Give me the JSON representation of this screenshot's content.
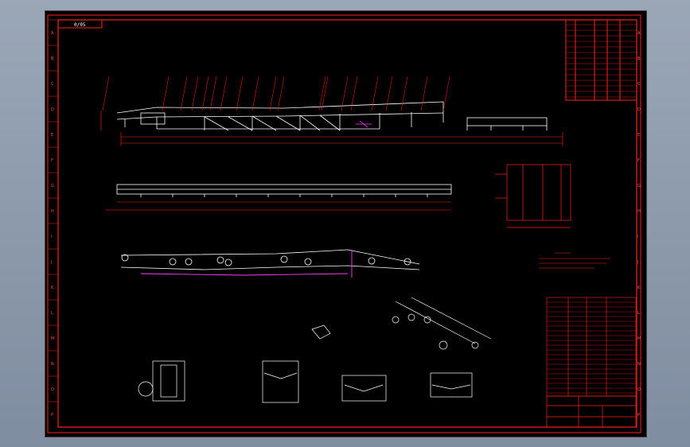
{
  "drawing": {
    "sheet_code": "0/05",
    "border_rows": [
      "A",
      "B",
      "C",
      "D",
      "E",
      "F",
      "G",
      "H",
      "I",
      "J",
      "K",
      "L",
      "M",
      "N",
      "O",
      "P"
    ],
    "colors": {
      "border": "#ff2020",
      "line": "#ffffff",
      "accent": "#ff40ff",
      "title": "#ffffff"
    }
  }
}
